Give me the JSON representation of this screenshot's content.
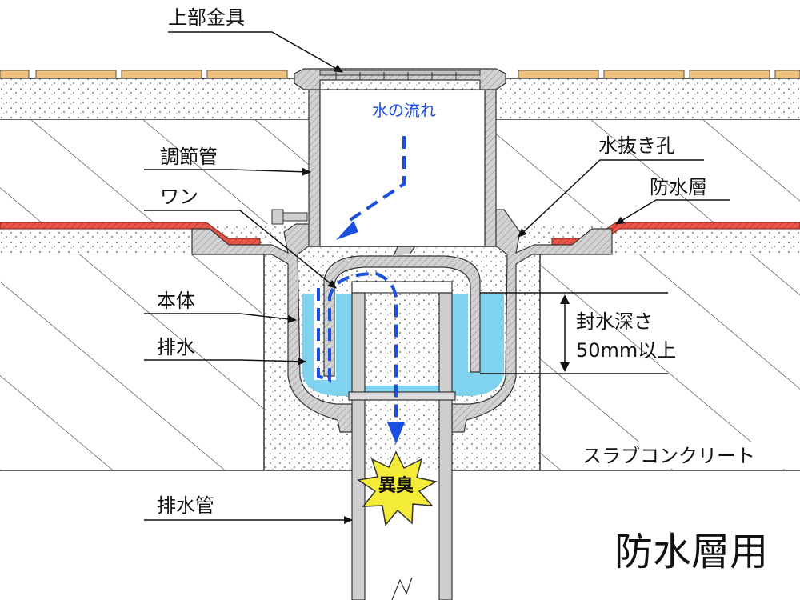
{
  "labels": {
    "top_fitting": "上部金具",
    "adjust_pipe": "調節管",
    "trap_cup": "ワン",
    "body": "本体",
    "drain": "排水",
    "drain_pipe": "排水管",
    "weep_hole": "水抜き孔",
    "waterproof_layer": "防水層",
    "seal_depth_line1": "封水深さ",
    "seal_depth_line2": "50mm以上",
    "slab": "スラブコンクリート",
    "water_flow": "水の流れ",
    "odor": "異臭",
    "title": "防水層用"
  },
  "colors": {
    "water": "#7fd3ee",
    "flow_arrow": "#1a4fe0",
    "waterproof": "#e8564a",
    "tile": "#f1c27d",
    "metal": "#cfcfcf",
    "odor_burst": "#f5ec3a"
  }
}
